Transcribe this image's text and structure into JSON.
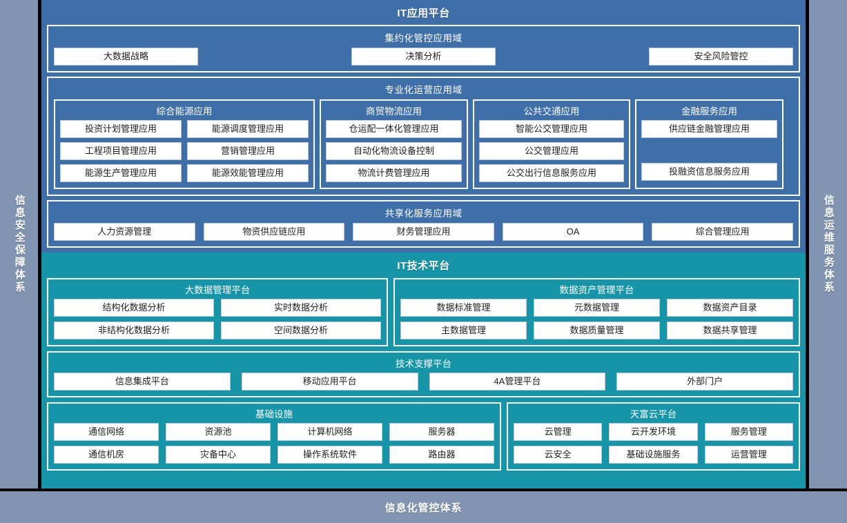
{
  "rails": {
    "left": "信息安全保障体系",
    "right": "信息运维服务体系"
  },
  "bottom_bar": {
    "label": "信息化管控体系"
  },
  "app_platform": {
    "title": "IT应用平台",
    "domains": [
      {
        "title": "集约化管控应用域",
        "items": [
          "大数据战略",
          "决策分析",
          "安全风险管控"
        ]
      },
      {
        "title": "专业化运营应用域",
        "groups": [
          {
            "title": "综合能源应用",
            "items": [
              "投资计划管理应用",
              "能源调度管理应用",
              "工程项目管理应用",
              "营销管理应用",
              "能源生产管理应用",
              "能源效能管理应用"
            ]
          },
          {
            "title": "商贸物流应用",
            "items": [
              "仓运配一体化管理应用",
              "自动化物流设备控制",
              "物流计费管理应用"
            ]
          },
          {
            "title": "公共交通应用",
            "items": [
              "智能公交管理应用",
              "公交管理应用",
              "公交出行信息服务应用"
            ]
          },
          {
            "title": "金融服务应用",
            "items": [
              "供应链金融管理应用",
              "",
              "投融资信息服务应用"
            ]
          }
        ]
      },
      {
        "title": "共享化服务应用域",
        "items": [
          "人力资源管理",
          "物资供应链应用",
          "财务管理应用",
          "OA",
          "综合管理应用"
        ]
      }
    ]
  },
  "tech_platform": {
    "title": "IT技术平台",
    "row1": [
      {
        "title": "大数据管理平台",
        "items": [
          "结构化数据分析",
          "实时数据分析",
          "非结构化数据分析",
          "空间数据分析"
        ]
      },
      {
        "title": "数据资产管理平台",
        "items": [
          "数据标准管理",
          "元数据管理",
          "数据资产目录",
          "主数据管理",
          "数据质量管理",
          "数据共享管理"
        ]
      }
    ],
    "support": {
      "title": "技术支撑平台",
      "items": [
        "信息集成平台",
        "移动应用平台",
        "4A管理平台",
        "外部门户"
      ]
    },
    "row3": [
      {
        "title": "基础设施",
        "items": [
          "通信网络",
          "资源池",
          "计算机网络",
          "服务器",
          "通信机房",
          "灾备中心",
          "操作系统软件",
          "路由器"
        ]
      },
      {
        "title": "天富云平台",
        "items": [
          "云管理",
          "云开发环境",
          "服务管理",
          "云安全",
          "基础设施服务",
          "运营管理"
        ]
      }
    ]
  },
  "colors": {
    "app_blue": "#3f6fa8",
    "tech_teal": "#1795a8",
    "rail_gray": "#8195b2",
    "chip_white": "#ffffff",
    "divider_black": "#000000"
  }
}
